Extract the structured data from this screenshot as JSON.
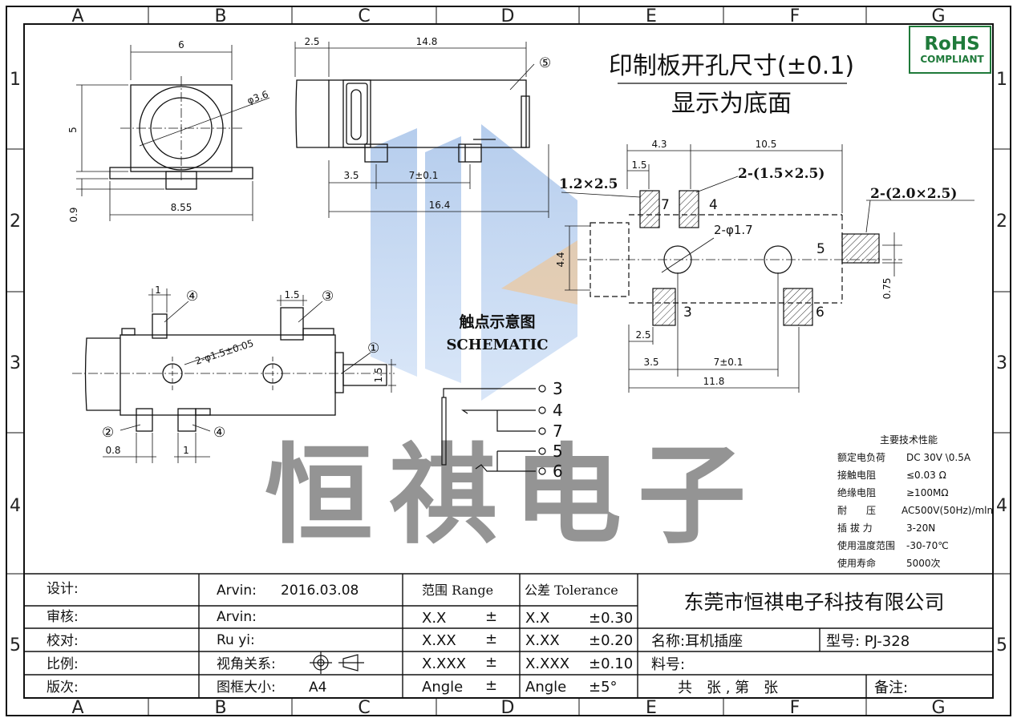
{
  "zones": {
    "columns": [
      "A",
      "B",
      "C",
      "D",
      "E",
      "F",
      "G"
    ],
    "rows": [
      "1",
      "2",
      "3",
      "4",
      "5"
    ]
  },
  "rohs": {
    "line1": "RoHS",
    "line2": "COMPLIANT"
  },
  "note": {
    "line1": "印制板开孔尺寸(±0.1)",
    "line2": "显示为底面"
  },
  "watermark": {
    "text": "恒祺电子"
  },
  "front_view": {
    "dim_width": "6",
    "dim_diameter": "φ3.6",
    "dim_height": "5",
    "dim_base": "8.55",
    "dim_base_h": "0.9"
  },
  "side_view": {
    "dim_a": "2.5",
    "dim_b": "14.8",
    "callout": "⑤",
    "dim_c": "3.5",
    "dim_d": "7±0.1",
    "dim_e": "16.4"
  },
  "bottom_view": {
    "dim_top_a": "1",
    "dim_top_b": "1.5",
    "callout_top_a": "④",
    "callout_top_b": "③",
    "dim_holes": "2-φ1.5±0.05",
    "callout_right": "①",
    "dim_right": "1.5",
    "callout_bot_a": "②",
    "callout_bot_b": "④",
    "dim_bot_a": "0.8",
    "dim_bot_b": "1"
  },
  "schematic": {
    "title_cn": "触点示意图",
    "title_en": "SCHEMATIC",
    "pins": [
      "3",
      "4",
      "7",
      "5",
      "6"
    ]
  },
  "pcb": {
    "dim_top_a": "4.3",
    "dim_top_b": "10.5",
    "dim_small": "1.5",
    "label_pad_a": "1.2×2.5",
    "label_pad_b": "2-(1.5×2.5)",
    "label_pad_c": "2-(2.0×2.5)",
    "label_holes": "2-φ1.7",
    "dim_left": "4.4",
    "dim_right": "0.75",
    "pad_labels": [
      "7",
      "4",
      "5",
      "3",
      "6"
    ],
    "dim_bot_a": "2.5",
    "dim_bot_b": "3.5",
    "dim_bot_c": "7±0.1",
    "dim_bot_d": "11.8"
  },
  "specs": {
    "title": "主要技术性能",
    "rows": [
      {
        "label": "额定电负荷",
        "value": "DC 30V \\0.5A"
      },
      {
        "label": "接触电阻",
        "value": "≤0.03 Ω"
      },
      {
        "label": "绝缘电阻",
        "value": "≥100MΩ"
      },
      {
        "label": "耐　　压",
        "value": "AC500V(50Hz)/mln"
      },
      {
        "label": "插 拔 力",
        "value": "3-20N"
      },
      {
        "label": "使用温度范围",
        "value": "-30-70℃"
      },
      {
        "label": "使用寿命",
        "value": "5000次"
      }
    ]
  },
  "title_block": {
    "design_label": "设计:",
    "design_name": "Arvin:",
    "design_date": "2016.03.08",
    "review_label": "审核:",
    "review_name": "Arvin:",
    "check_label": "校对:",
    "check_name": "Ru  yi:",
    "scale_label": "比例:",
    "projection_label": "视角关系:",
    "version_label": "版次:",
    "frame_label": "图框大小:",
    "frame_value": "A4",
    "range_header": "范围 Range",
    "tol_header": "公差 Tolerance",
    "range_rows": [
      {
        "r": "X.X",
        "s": "±"
      },
      {
        "r": "X.XX",
        "s": "±"
      },
      {
        "r": "X.XXX",
        "s": "±"
      },
      {
        "r": "Angle",
        "s": "±"
      }
    ],
    "tol_rows": [
      {
        "r": "X.X",
        "v": "±0.30"
      },
      {
        "r": "X.XX",
        "v": "±0.20"
      },
      {
        "r": "X.XXX",
        "v": "±0.10"
      },
      {
        "r": "Angle",
        "v": "±5°"
      }
    ],
    "company": "东莞市恒祺电子科技有限公司",
    "name_field": "名称:耳机插座",
    "model_field": "型号: PJ-328",
    "material_field": "料号:",
    "sheets_field": "共　张 , 第　张",
    "remark_field": "备注:"
  }
}
